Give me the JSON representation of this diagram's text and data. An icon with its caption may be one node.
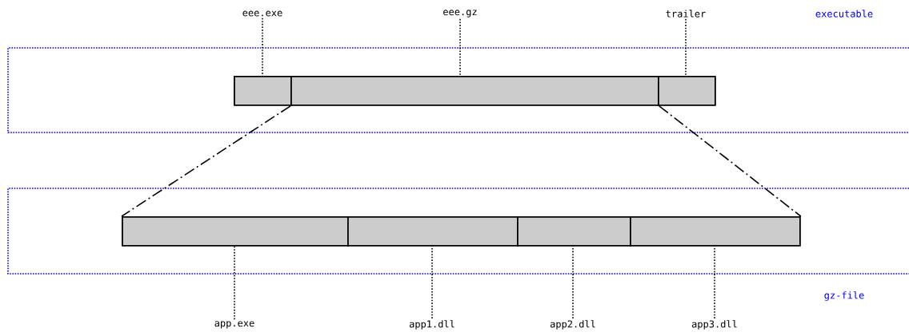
{
  "diagram": {
    "nodes": [
      {
        "text": [],
        "shape": "box"
      },
      {
        "text": [],
        "shape": "box",
        "in": 0
      },
      {
        "text": [],
        "shape": "box",
        "in": 0
      },
      {
        "text": [],
        "shape": "box",
        "in": 0
      },
      {
        "text": [
          "eee.exe"
        ]
      },
      {
        "text": [
          "eee.gz"
        ]
      },
      {
        "text": [
          "trailer"
        ]
      },
      {
        "text": [],
        "shape": "box"
      },
      {
        "text": [],
        "shape": "box",
        "in": 7
      },
      {
        "text": [],
        "shape": "box",
        "in": 7
      },
      {
        "text": [],
        "shape": "box",
        "in": 7
      },
      {
        "text": [],
        "shape": "box",
        "in": 7
      },
      {
        "text": [
          "app.exe"
        ]
      },
      {
        "text": [
          "app1.dll"
        ]
      },
      {
        "text": [
          "app2.dll"
        ]
      },
      {
        "text": [
          "app3.dll"
        ]
      }
    ],
    "edges": [
      {
        "from": 4,
        "to": 1,
        "arrow": "none"
      },
      {
        "from": 5,
        "to": 2,
        "arrow": "none"
      },
      {
        "from": 6,
        "to": 3,
        "arrow": "none"
      },
      {
        "from": 2,
        "to": 8,
        "arrow": "none",
        "style": "dashed"
      },
      {
        "from": 2,
        "to": 11,
        "arrow": "none",
        "style": "dashed"
      },
      {
        "from": 12,
        "to": 8,
        "arrow": "none"
      },
      {
        "from": 13,
        "to": 9,
        "arrow": "none"
      },
      {
        "from": 14,
        "to": 10,
        "arrow": "none"
      },
      {
        "from": 15,
        "to": 11,
        "arrow": "none"
      }
    ],
    "labels": [
      "executable",
      "gz-file"
    ]
  }
}
